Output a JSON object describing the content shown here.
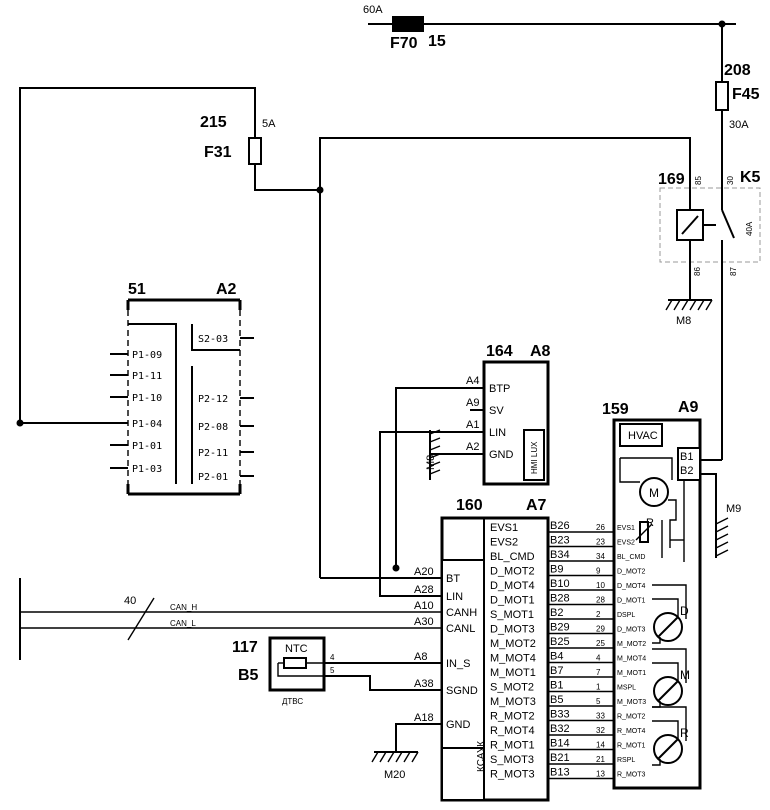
{
  "top": {
    "fuse_rating": "60A",
    "fuse_id": "F70",
    "fuse_num": "15"
  },
  "f45": {
    "num": "208",
    "id": "F45",
    "rating": "30A"
  },
  "f31": {
    "num": "215",
    "id": "F31",
    "rating": "5A"
  },
  "k5": {
    "num": "169",
    "id": "K5",
    "p85": "85",
    "p30": "30",
    "p86": "86",
    "p87": "87",
    "rating": "40A",
    "ground": "M8"
  },
  "a2": {
    "num": "51",
    "id": "A2",
    "left_pins": [
      "P1-09",
      "P1-11",
      "P1-10",
      "P1-04",
      "P1-01",
      "P1-03"
    ],
    "right_pins": [
      "S2-03",
      "P2-12",
      "P2-08",
      "P2-11",
      "P2-01"
    ]
  },
  "a8": {
    "num": "164",
    "id": "A8",
    "pins": [
      {
        "conn": "A4",
        "name": "BTP"
      },
      {
        "conn": "A9",
        "name": "SV"
      },
      {
        "conn": "A1",
        "name": "LIN"
      },
      {
        "conn": "A2",
        "name": "GND"
      }
    ],
    "label": "HMI LUX",
    "ground": "M8"
  },
  "a9": {
    "num": "159",
    "id": "A9",
    "hvac": "HVAC",
    "b1": "B1",
    "b2": "B2",
    "ground": "M9",
    "motor": "M",
    "r_label": "R",
    "wires": [
      "26",
      "23",
      "34",
      "9",
      "10",
      "28",
      "2",
      "29",
      "25",
      "4",
      "7",
      "1",
      "5",
      "33",
      "32",
      "14",
      "21",
      "13"
    ],
    "sigs": [
      "EVS1",
      "EVS2",
      "BL_CMD",
      "D_MOT2",
      "D_MOT4",
      "D_MOT1",
      "DSPL",
      "D_MOT3",
      "M_MOT2",
      "M_MOT4",
      "M_MOT1",
      "MSPL",
      "M_MOT3",
      "R_MOT2",
      "R_MOT4",
      "R_MOT1",
      "RSPL",
      "R_MOT3"
    ],
    "act": [
      "D",
      "M",
      "R"
    ]
  },
  "a7": {
    "num": "160",
    "id": "A7",
    "kcayk": "КСАУК",
    "ground": "M20",
    "left_conn": [
      "A20",
      "A28",
      "A10",
      "A30",
      "A8",
      "A38",
      "A18"
    ],
    "left_names": [
      "BT",
      "LIN",
      "CANH",
      "CANL",
      "IN_S",
      "SGND",
      "GND"
    ],
    "right_names": [
      "EVS1",
      "EVS2",
      "BL_CMD",
      "D_MOT2",
      "D_MOT4",
      "D_MOT1",
      "S_MOT1",
      "D_MOT3",
      "M_MOT2",
      "M_MOT4",
      "M_MOT1",
      "S_MOT2",
      "M_MOT3",
      "R_MOT2",
      "R_MOT4",
      "R_MOT1",
      "S_MOT3",
      "R_MOT3"
    ],
    "right_conn": [
      "B26",
      "B23",
      "B34",
      "B9",
      "B10",
      "B28",
      "B2",
      "B29",
      "B25",
      "B4",
      "B7",
      "B1",
      "B5",
      "B33",
      "B32",
      "B14",
      "B21",
      "B13"
    ]
  },
  "can": {
    "count": "40",
    "h": "CAN_H",
    "l": "CAN_L"
  },
  "b5": {
    "num": "117",
    "id": "B5",
    "ntc": "NTC",
    "w4": "4",
    "w5": "5",
    "label": "ДТВС"
  }
}
